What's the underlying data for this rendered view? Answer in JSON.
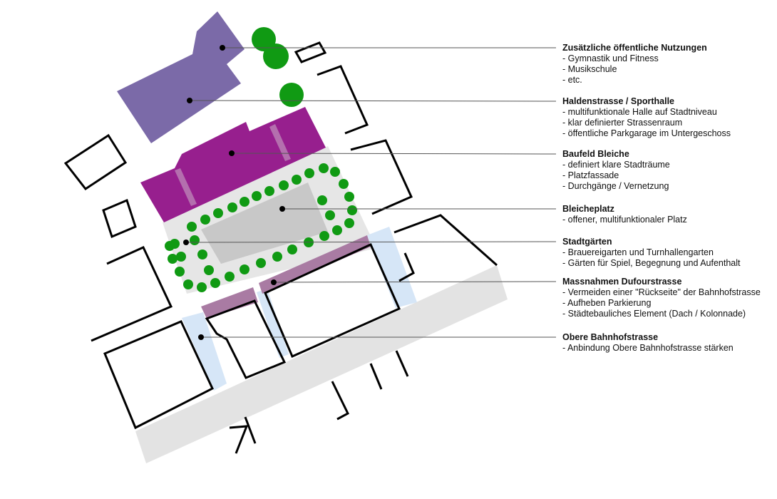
{
  "colors": {
    "street": "#e3e3e3",
    "plaza_ground": "#e6e6e6",
    "plaza": "#c8c8c8",
    "public_use": "#7b6aa8",
    "baufeld": "#971f8e",
    "dufour": "#a97ba3",
    "bahnhof": "#d6e6f7",
    "tree": "#109a13",
    "outline": "#000000",
    "leader": "#555555"
  },
  "legend": [
    {
      "title": "Zusätzliche öffentliche Nutzungen",
      "lines": [
        "- Gymnastik und Fitness",
        "- Musikschule",
        "- etc."
      ]
    },
    {
      "title": "Haldenstrasse / Sporthalle",
      "lines": [
        "- multifunktionale Halle auf Stadtniveau",
        "- klar definierter Strassenraum",
        "- öffentliche Parkgarage im Untergeschoss"
      ]
    },
    {
      "title": "Baufeld Bleiche",
      "lines": [
        "- definiert klare Stadträume",
        "- Platzfassade",
        "- Durchgänge / Vernetzung"
      ]
    },
    {
      "title": "Bleicheplatz",
      "lines": [
        "- offener, multifunktionaler Platz"
      ]
    },
    {
      "title": "Stadtgärten",
      "lines": [
        "- Brauereigarten und Turnhallengarten",
        "- Gärten für Spiel, Begegnung und Aufenthalt"
      ]
    },
    {
      "title": "Massnahmen Dufourstrasse",
      "lines": [
        "- Vermeiden einer \"Rückseite\" der Bahnhofstrasse",
        "- Aufheben Parkierung",
        "- Städtebauliches Element (Dach / Kolonnade)"
      ]
    },
    {
      "title": "Obere Bahnhofstrasse",
      "lines": [
        "- Anbindung Obere Bahnhofstrasse stärken"
      ]
    }
  ]
}
